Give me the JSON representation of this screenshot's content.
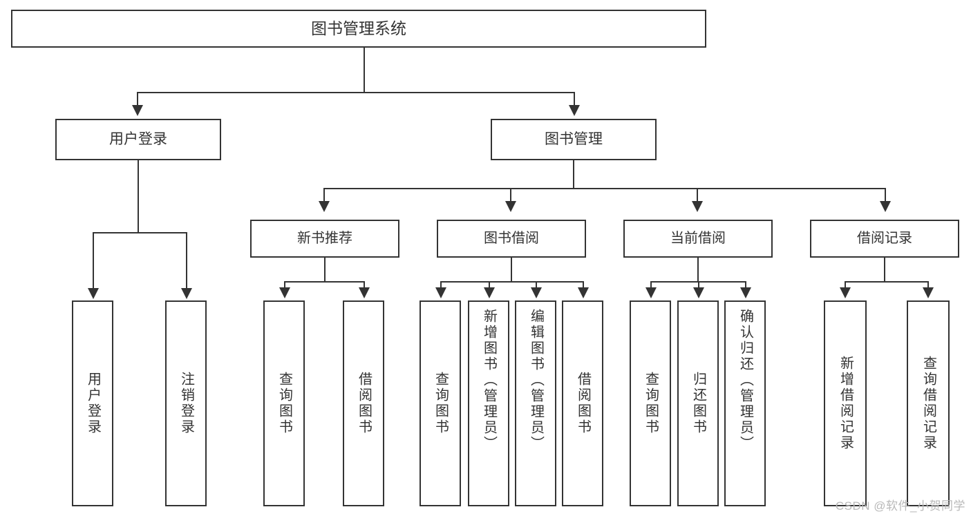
{
  "diagram": {
    "type": "tree-hierarchy-chart",
    "root": {
      "label": "图书管理系统"
    },
    "level2": [
      {
        "label": "用户登录"
      },
      {
        "label": "图书管理"
      }
    ],
    "level3": [
      {
        "label": "新书推荐"
      },
      {
        "label": "图书借阅"
      },
      {
        "label": "当前借阅"
      },
      {
        "label": "借阅记录"
      }
    ],
    "leaves": {
      "user_login": [
        {
          "label": "用户登录"
        },
        {
          "label": "注销登录"
        }
      ],
      "new_book_recommend": [
        {
          "label": "查询图书"
        },
        {
          "label": "借阅图书"
        }
      ],
      "book_borrow": [
        {
          "label": "查询图书"
        },
        {
          "label": "新增图书（管理员）"
        },
        {
          "label": "编辑图书（管理员）"
        },
        {
          "label": "借阅图书"
        }
      ],
      "current_borrow": [
        {
          "label": "查询图书"
        },
        {
          "label": "归还图书"
        },
        {
          "label": "确认归还（管理员）"
        }
      ],
      "borrow_record": [
        {
          "label": "新增借阅记录"
        },
        {
          "label": "查询借阅记录"
        }
      ]
    }
  },
  "watermark": {
    "text": "CSDN @软件_小贺同学"
  },
  "colors": {
    "stroke": "#333333",
    "background": "#ffffff",
    "text": "#333333",
    "watermark": "#b9b9b9"
  }
}
